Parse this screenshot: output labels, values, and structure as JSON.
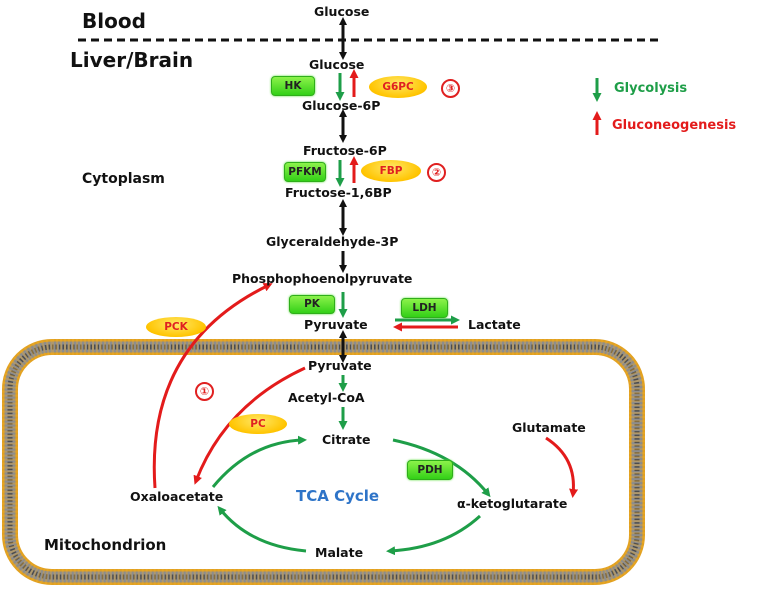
{
  "regions": {
    "blood": "Blood",
    "liver_brain": "Liver/Brain",
    "cytoplasm": "Cytoplasm",
    "mitochondrion": "Mitochondrion"
  },
  "metabolites": {
    "glucose_blood": "Glucose",
    "glucose": "Glucose",
    "glucose_6p": "Glucose-6P",
    "fructose_6p": "Fructose-6P",
    "fructose_16bp": "Fructose-1,6BP",
    "glyceraldehyde_3p": "Glyceraldehyde-3P",
    "pep": "Phosphophoenolpyruvate",
    "pyruvate_cyto": "Pyruvate",
    "lactate": "Lactate",
    "pyruvate_mito": "Pyruvate",
    "acetyl_coa": "Acetyl-CoA",
    "citrate": "Citrate",
    "glutamate": "Glutamate",
    "oxaloacetate": "Oxaloacetate",
    "alpha_ketoglutarate": "α-ketoglutarate",
    "malate": "Malate"
  },
  "cycle_label": "TCA Cycle",
  "enzymes": {
    "glycolytic": [
      "HK",
      "PFKM",
      "PK",
      "LDH",
      "PDH"
    ],
    "gluconeogenic": [
      "G6PC",
      "FBP",
      "PCK",
      "PC"
    ]
  },
  "step_markers": [
    "③",
    "②",
    "①"
  ],
  "legend": {
    "items": [
      {
        "label": "Glycolysis",
        "direction": "down",
        "color": "#1e9e48"
      },
      {
        "label": "Gluconeogenesis",
        "direction": "up",
        "color": "#e31b1b"
      }
    ]
  },
  "colors": {
    "glycolysis": "#1e9e48",
    "gluconeogenesis": "#e31b1b",
    "reversible": "#111111",
    "tca_label": "#2e74c8",
    "enzyme_green": "#4cdc22",
    "enzyme_yellow": "#ffc800",
    "membrane_outer": "#e0a020",
    "membrane_inner": "#8a8a8a"
  }
}
